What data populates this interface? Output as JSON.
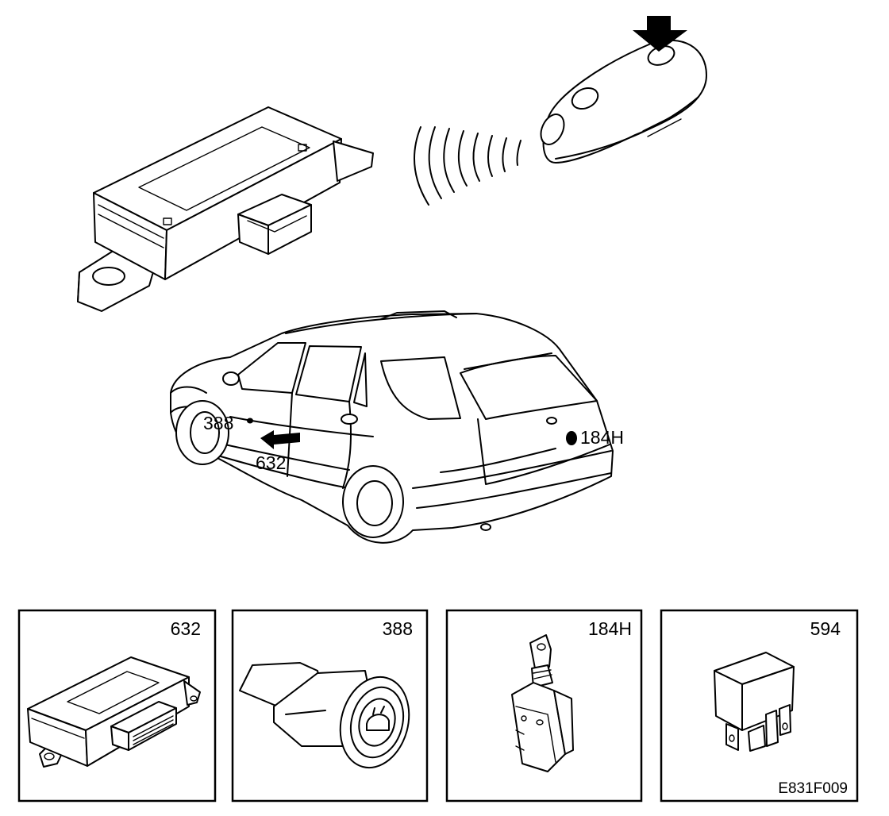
{
  "callouts": {
    "lock_switch": "388",
    "control_module": "632",
    "tailgate_lock": "184H"
  },
  "panels": [
    {
      "number": "632",
      "component": "control-module"
    },
    {
      "number": "388",
      "component": "lock-switch"
    },
    {
      "number": "184H",
      "component": "tailgate-lock-motor"
    },
    {
      "number": "594",
      "component": "relay"
    }
  ],
  "figure_code": "E831F009",
  "icons": [
    "down-arrow-icon",
    "remote-key-fob",
    "radio-wave-icon",
    "car-wagon",
    "pointer-arrow-icon"
  ]
}
